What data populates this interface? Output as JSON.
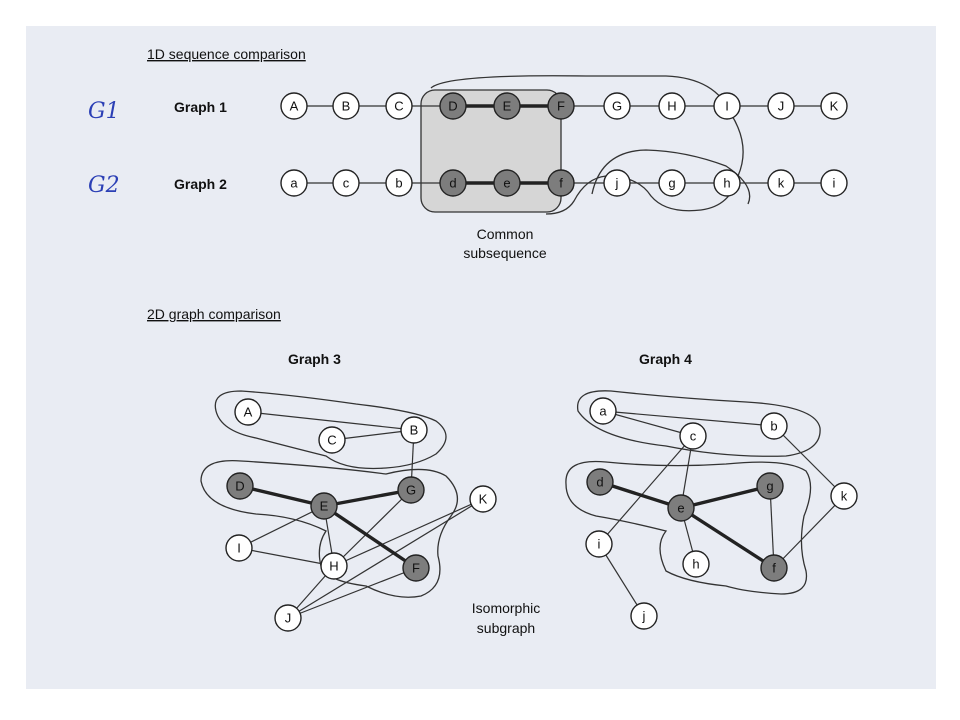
{
  "section_1d": "1D sequence comparison",
  "section_2d": "2D graph comparison",
  "handwriting": {
    "g1": "G1",
    "g2": "G2"
  },
  "graph1": {
    "label": "Graph 1",
    "nodes": [
      "A",
      "B",
      "C",
      "D",
      "E",
      "F",
      "G",
      "H",
      "I",
      "J",
      "K"
    ]
  },
  "graph2": {
    "label": "Graph 2",
    "nodes": [
      "a",
      "c",
      "b",
      "d",
      "e",
      "f",
      "j",
      "g",
      "h",
      "k",
      "i"
    ]
  },
  "common_label": [
    "Common",
    "subsequence"
  ],
  "graph3": {
    "title": "Graph 3",
    "nodes": [
      "A",
      "B",
      "C",
      "D",
      "E",
      "G",
      "I",
      "H",
      "F",
      "K",
      "J"
    ],
    "shaded": [
      "D",
      "E",
      "G",
      "F"
    ]
  },
  "graph4": {
    "title": "Graph 4",
    "nodes": [
      "a",
      "c",
      "b",
      "d",
      "e",
      "g",
      "k",
      "i",
      "h",
      "f",
      "j"
    ],
    "shaded": [
      "d",
      "e",
      "g",
      "f"
    ]
  },
  "isomorphic_label": [
    "Isomorphic",
    "subgraph"
  ],
  "colors": {
    "background": "#e9ecf3",
    "shaded_node": "#7d7d7d",
    "ink": "#222222",
    "handwriting": "#2b3fb5"
  }
}
